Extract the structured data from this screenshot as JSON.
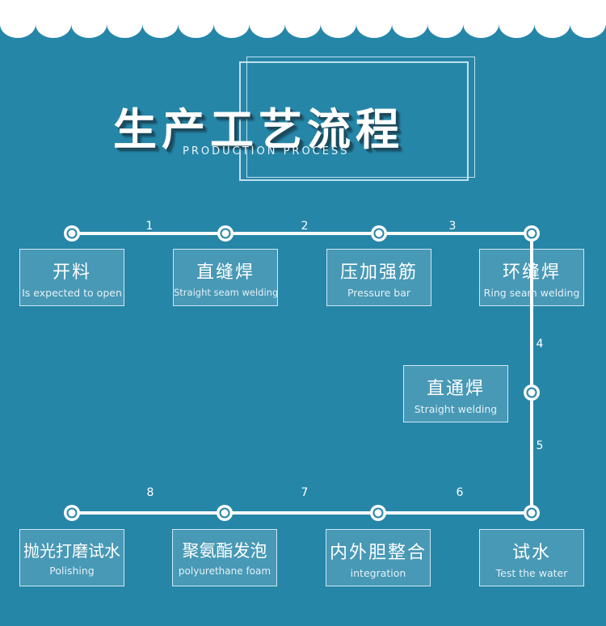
{
  "title": {
    "cn": "生产工艺流程",
    "en": "PRODUCTION PROCESS"
  },
  "steps": [
    {
      "cn": "开料",
      "en": "Is expected to open"
    },
    {
      "cn": "直缝焊",
      "en": "Straight seam welding"
    },
    {
      "cn": "压加强筋",
      "en": "Pressure bar"
    },
    {
      "cn": "环缝焊",
      "en": "Ring seam welding"
    },
    {
      "cn": "直通焊",
      "en": "Straight welding"
    },
    {
      "cn": "试水",
      "en": "Test the water"
    },
    {
      "cn": "内外胆整合",
      "en": "integration"
    },
    {
      "cn": "聚氨酯发泡",
      "en": "polyurethane foam"
    },
    {
      "cn": "抛光打磨试水",
      "en": "Polishing"
    }
  ],
  "connectors": [
    "1",
    "2",
    "3",
    "4",
    "5",
    "6",
    "7",
    "8"
  ],
  "colors": {
    "background": "#2686a8",
    "line": "#ffffff",
    "shadow": "#1c4a5c"
  }
}
